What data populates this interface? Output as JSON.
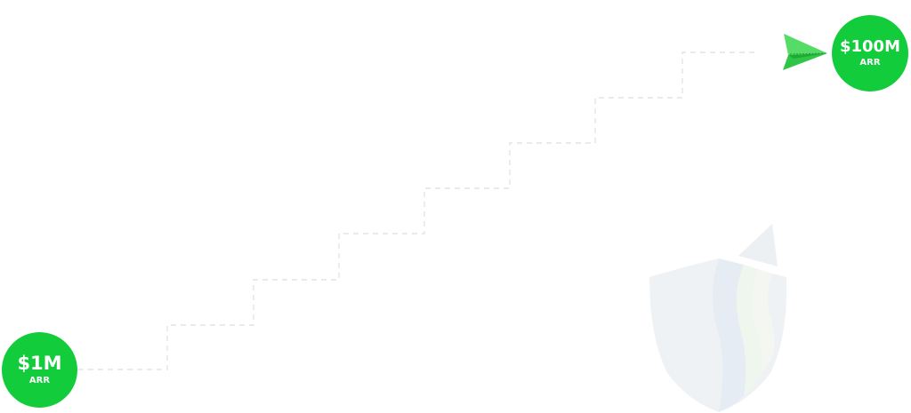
{
  "start_milestone": {
    "amount": "$1M",
    "unit": "ARR"
  },
  "end_milestone": {
    "amount": "$100M",
    "unit": "ARR"
  },
  "colors": {
    "milestone_fill": "#12cc3b",
    "step_line": "#e3e3e3",
    "plane_green": "#3fd457",
    "shield_watermark": "#eef1f4"
  },
  "icons": {
    "plane": "paper-plane-icon",
    "shield": "shield-watermark-icon"
  }
}
